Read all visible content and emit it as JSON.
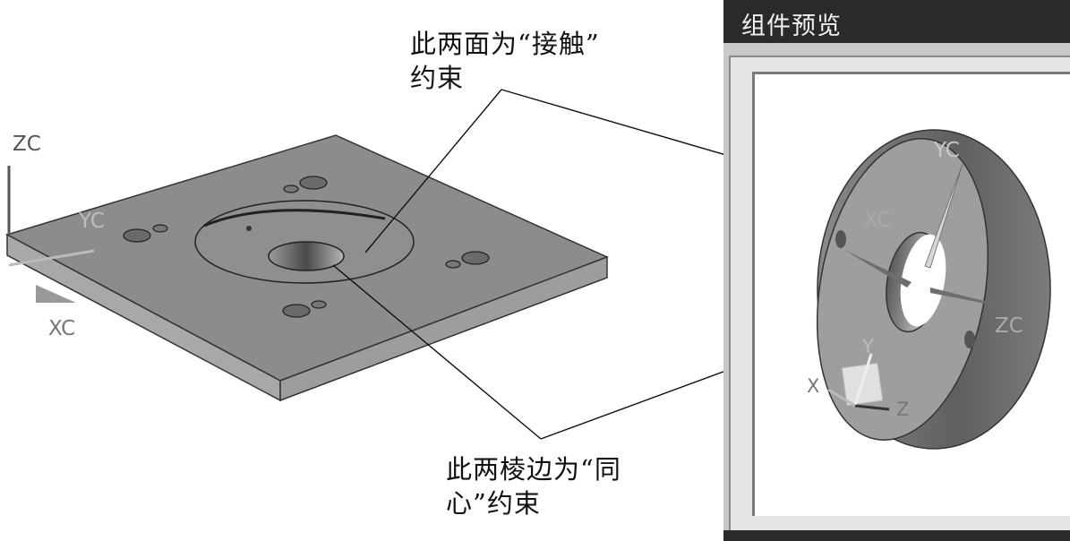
{
  "callouts": {
    "contact": {
      "line1": "此两面为“接触”",
      "line2": "约束"
    },
    "concentric": {
      "line1": "此两棱边为“同",
      "line2": "心”约束"
    }
  },
  "main_view": {
    "axes": {
      "z": "ZC",
      "y": "YC",
      "x": "XC"
    }
  },
  "preview": {
    "title": "组件预览",
    "axes": {
      "yc": "YC",
      "xc": "XC",
      "zc": "ZC",
      "y": "Y",
      "x": "X",
      "z": "Z"
    }
  }
}
